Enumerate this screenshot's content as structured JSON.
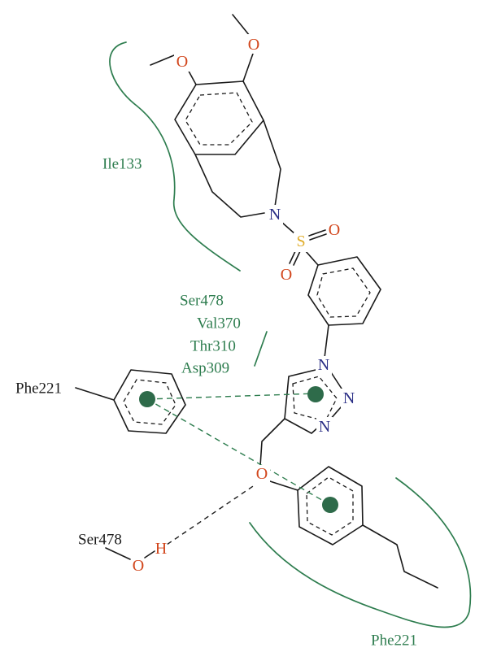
{
  "atoms": {
    "o_methoxy_left": "O",
    "o_methoxy_right": "O",
    "n_ring": "N",
    "s_sulfonyl": "S",
    "o_sulfonyl_1": "O",
    "o_sulfonyl_2": "O",
    "n_triazole_1": "N",
    "n_triazole_2": "N",
    "n_triazole_3": "N",
    "o_ether": "O",
    "o_hydroxyl": "O",
    "h_hydroxyl": "H"
  },
  "residues": {
    "ile133": "Ile133",
    "ser478_top": "Ser478",
    "val370": "Val370",
    "thr310": "Thr310",
    "asp309": "Asp309",
    "phe221_left": "Phe221",
    "ser478_bottom": "Ser478",
    "phe221_bottom": "Phe221"
  },
  "colors": {
    "oxygen": "#d2461c",
    "nitrogen": "#2b2f86",
    "sulfur": "#e0ad2a",
    "pocket": "#2e7d4f",
    "centroid": "#2e6b4a",
    "bond": "#1a1a1a"
  }
}
